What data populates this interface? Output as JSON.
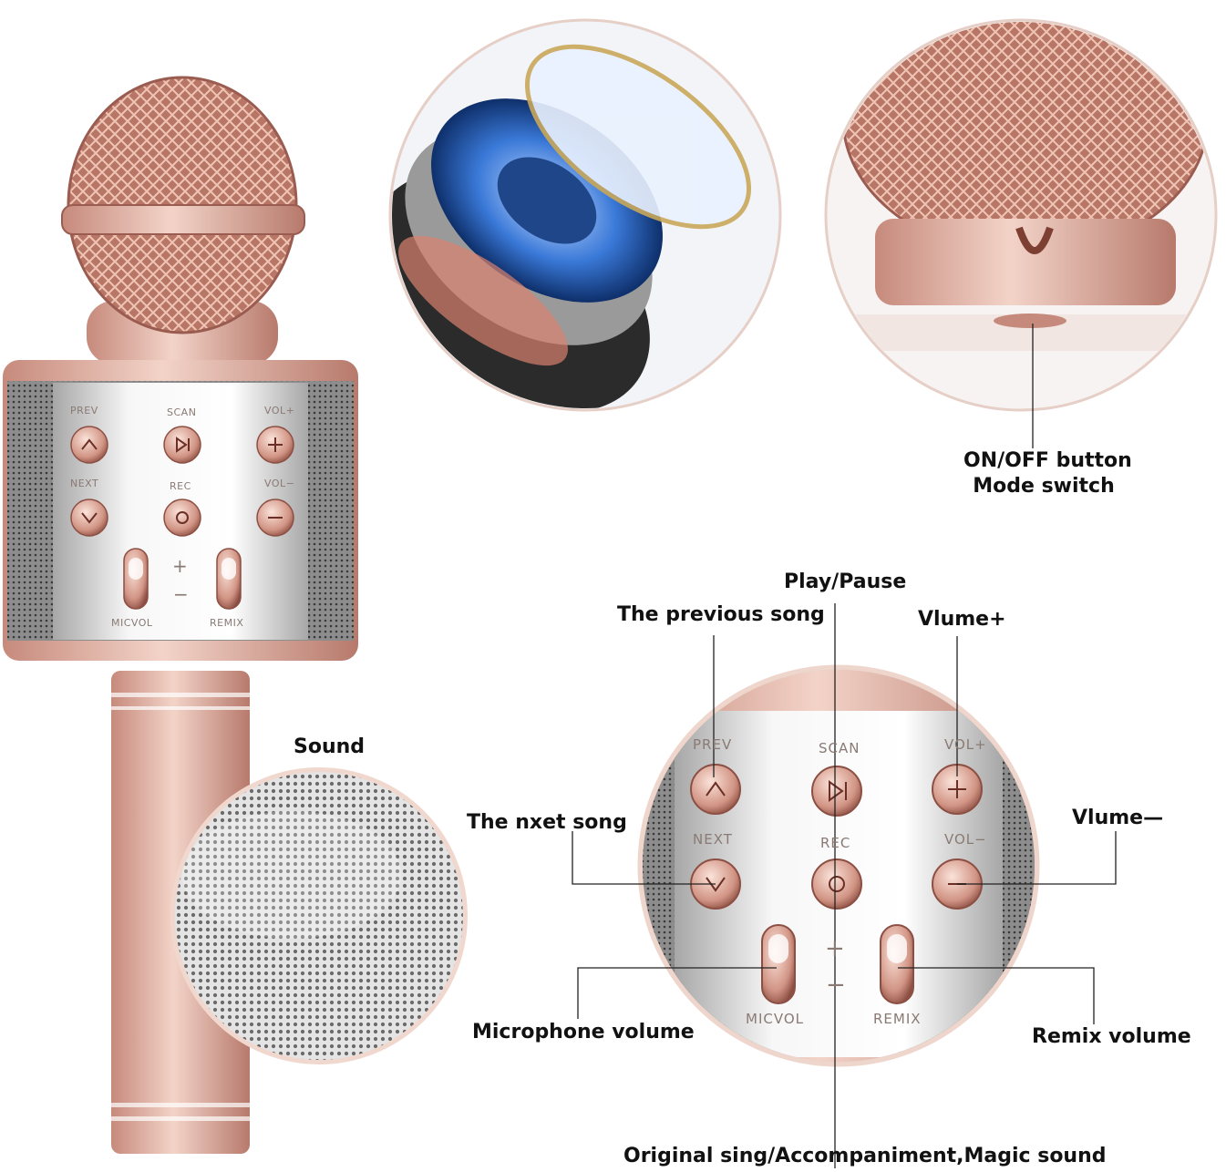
{
  "colors": {
    "rose_gold": "#d8a596",
    "rose_dark": "#a8665a",
    "silver": "#dcdcdc",
    "grille": "#6e6e6e",
    "speaker_blue": "#2f6fd0",
    "text": "#111111"
  },
  "mic_panel": {
    "prev": "PREV",
    "scan": "SCAN",
    "vol_up": "VOL+",
    "next": "NEXT",
    "rec": "REC",
    "vol_down": "VOL−",
    "plus": "+",
    "minus": "−",
    "micvol": "MICVOL",
    "remix": "REMIX"
  },
  "zoom_panel": {
    "prev": "PREV",
    "scan": "SCAN",
    "vol_up": "VOL+",
    "next": "NEXT",
    "rec": "REC",
    "vol_down": "VOL−",
    "plus": "+",
    "minus": "−",
    "micvol": "MICVOL",
    "remix": "REMIX"
  },
  "callouts": {
    "onoff_line1": "ON/OFF button",
    "onoff_line2": "Mode switch",
    "sound": "Sound",
    "play_pause": "Play/Pause",
    "previous_song": "The previous song",
    "volume_up": "Vlume+",
    "next_song": "The nxet song",
    "volume_down": "Vlume—",
    "microphone_volume": "Microphone volume",
    "remix_volume": "Remix volume",
    "original_sing": "Original sing/Accompaniment,Magic sound"
  }
}
